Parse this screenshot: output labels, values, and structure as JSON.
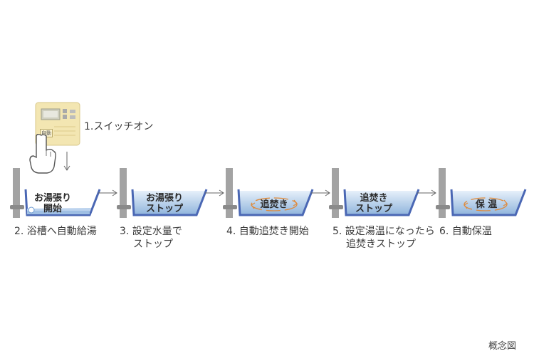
{
  "steps": {
    "s1": {
      "label": "1.スイッチオン",
      "panel_button": "自動"
    },
    "s2": {
      "label": "2. 浴槽へ自動給湯",
      "tub_line1": "お湯張り",
      "tub_line2": "開始"
    },
    "s3": {
      "label_line1": "3. 設定水量で",
      "label_line2": "ストップ",
      "tub_line1": "お湯張り",
      "tub_line2": "ストップ"
    },
    "s4": {
      "label": "4. 自動追焚き開始",
      "tub_text": "追焚き"
    },
    "s5": {
      "label_line1": "5. 設定湯温になったら",
      "label_line2": "追焚きストップ",
      "tub_line1": "追焚き",
      "tub_line2": "ストップ"
    },
    "s6": {
      "label": "6. 自動保温",
      "tub_text": "保 温"
    }
  },
  "note": "概念図",
  "colors": {
    "water_light": "#dbe9f7",
    "water_dark": "#8fb4dc",
    "tub_outline": "#4a67b4",
    "pipe": "#a0a0a0",
    "circle_arrow": "#e08a3a",
    "panel": "#f3e7b6"
  }
}
